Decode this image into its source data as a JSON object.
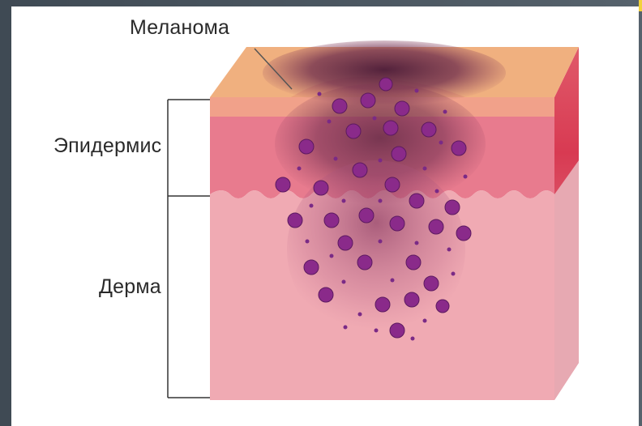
{
  "labels": {
    "melanoma": "Меланома",
    "epidermis": "Эпидермис",
    "dermis": "Дерма"
  },
  "colors": {
    "surface_top": "#f0b07f",
    "epidermis": "#e87b8e",
    "dermis": "#f0aab3",
    "side": "#d83a52",
    "melanoma_dark": "#5a2540",
    "cells": "#8a2a8a"
  }
}
